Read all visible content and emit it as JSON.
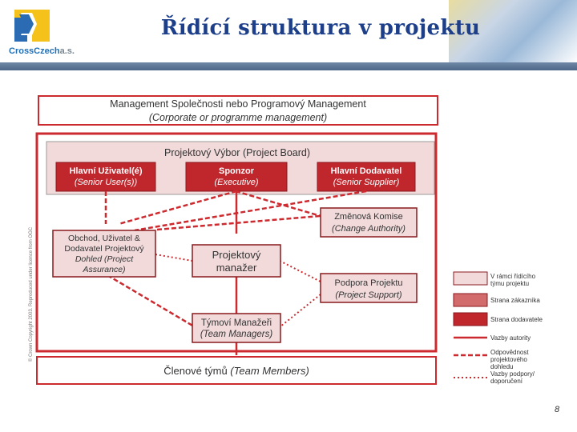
{
  "header": {
    "logo": {
      "name_main": "CrossCzech",
      "name_suffix": "a.s."
    },
    "title": "Řídící struktura v projektu"
  },
  "diagram": {
    "management": {
      "title": "Management Společnosti nebo Programový Management",
      "subtitle": "(Corporate or programme management)"
    },
    "board": {
      "title": "Projektový Výbor (Project Board)"
    },
    "senior_user": {
      "line1": "Hlavní Uživatel(é)",
      "line2": "(Senior User(s))"
    },
    "executive": {
      "line1": "Sponzor",
      "line2": "(Executive)"
    },
    "senior_supplier": {
      "line1": "Hlavní Dodavatel",
      "line2": "(Senior Supplier)"
    },
    "change_authority": {
      "line1": "Změnová Komise",
      "line2": "(Change Authority)"
    },
    "assurance": {
      "line1": "Obchod, Uživatel &",
      "line2": "Dodavatel Projektový",
      "line3": "Dohled  (Project",
      "line4": "Assurance)"
    },
    "project_manager": {
      "line1": "Projektový",
      "line2": "manažer"
    },
    "project_support": {
      "line1": "Podpora Projektu",
      "line2": "(Project Support)"
    },
    "team_managers": {
      "line1": "Týmoví Manažeři",
      "line2": "(Team Managers)"
    },
    "team_members": {
      "main": "Členové týmů ",
      "italic": "(Team Members)"
    }
  },
  "legend": [
    {
      "line1": "V rámci řídícího",
      "line2": "týmu projektu"
    },
    {
      "line1": "Strana zákazníka"
    },
    {
      "line1": "Strana dodavatele"
    },
    {
      "line1": "Vazby autority"
    },
    {
      "line1": "Odpovědnost",
      "line2": "projektového",
      "line3": "dohledu"
    },
    {
      "line1": "Vazby podpory/",
      "line2": "doporučení"
    }
  ],
  "copyright": "© Crown Copyright 2003. Reproduced under licence from OGC",
  "page_number": "8",
  "colors": {
    "title": "#1d3f8a",
    "dark_red": "#c0272d",
    "light_pink": "#f2dadb",
    "box_text": "#333333",
    "line_red": "#cc2a2f"
  }
}
